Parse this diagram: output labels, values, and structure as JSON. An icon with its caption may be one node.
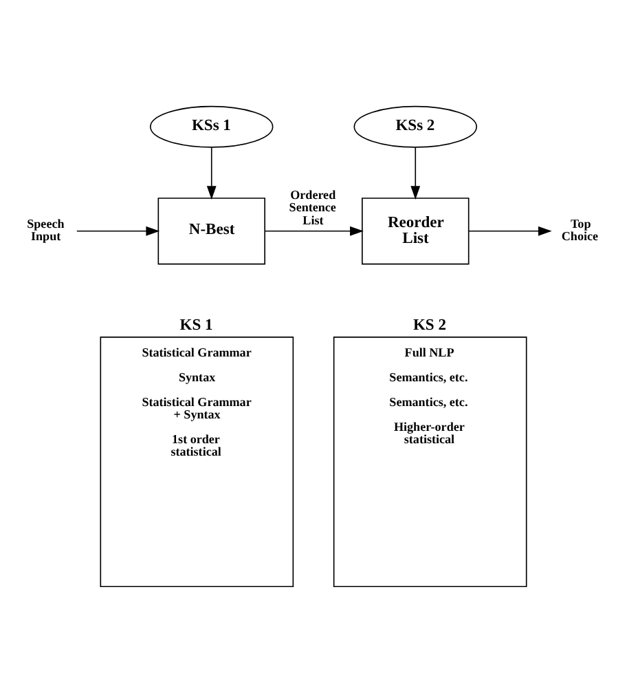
{
  "diagram": {
    "nodes": [
      {
        "text": [
          "KSs 1"
        ]
      },
      {
        "text": [
          "KSs 2"
        ]
      },
      {
        "text": [
          "Speech Input"
        ]
      },
      {
        "text": [
          "N-Best"
        ]
      },
      {
        "text": [
          "Reorder List"
        ]
      },
      {
        "text": [
          "Top Choice"
        ]
      },
      {
        "text": [
          "KS 1",
          "Statistical Grammar",
          "Syntax",
          "Statistical Grammar + Syntax",
          "1st order statistical"
        ]
      },
      {
        "text": [
          "KS 2",
          "Full NLP",
          "Semantics, etc.",
          "Semantics, etc.",
          "Higher-order statistical"
        ]
      }
    ],
    "edges": [
      {
        "from": 0,
        "to": 3,
        "arrow": "to"
      },
      {
        "from": 1,
        "to": 4,
        "arrow": "to"
      },
      {
        "from": 2,
        "to": 3,
        "arrow": "to"
      },
      {
        "from": 3,
        "to": 4,
        "arrow": "to",
        "label": "Ordered Sentence List"
      },
      {
        "from": 4,
        "to": 5,
        "arrow": "to"
      }
    ]
  }
}
